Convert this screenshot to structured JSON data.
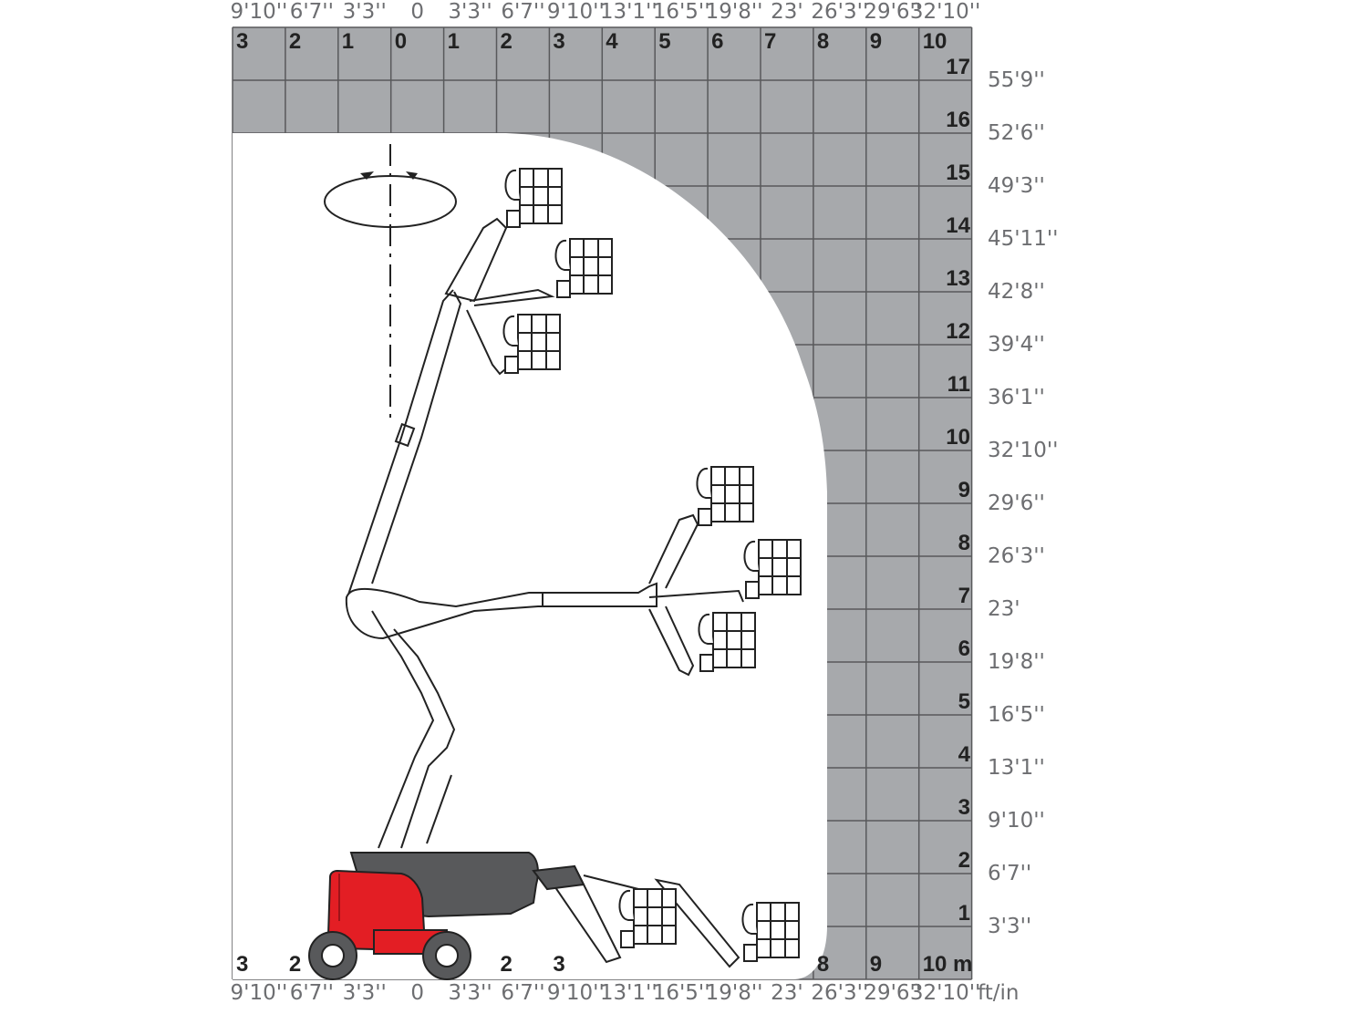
{
  "grid": {
    "top_feet_labels": [
      "9'10''",
      "6'7''",
      "3'3''",
      "0",
      "3'3''",
      "6'7''",
      "9'10''",
      "13'1''",
      "16'5''",
      "19'8''",
      "23'",
      "26'3''",
      "29'6''",
      "32'10''"
    ],
    "bottom_feet_labels": [
      "9'10''",
      "6'7''",
      "3'3''",
      "0",
      "3'3''",
      "6'7''",
      "9'10''",
      "13'1''",
      "16'5''",
      "19'8''",
      "23'",
      "26'3''",
      "29'6''",
      "32'10''"
    ],
    "top_meter_labels": [
      "3",
      "2",
      "1",
      "0",
      "1",
      "2",
      "3",
      "4",
      "5",
      "6",
      "7",
      "8",
      "9",
      "10"
    ],
    "bottom_meter_labels": [
      "3",
      "2",
      "2",
      "3",
      "8",
      "9",
      "10 m"
    ],
    "unit_label": "ft/in",
    "right_rows": [
      {
        "m": "17",
        "ft": "55'9''"
      },
      {
        "m": "16",
        "ft": "52'6''"
      },
      {
        "m": "15",
        "ft": "49'3''"
      },
      {
        "m": "14",
        "ft": "45'11''"
      },
      {
        "m": "13",
        "ft": "42'8''"
      },
      {
        "m": "12",
        "ft": "39'4''"
      },
      {
        "m": "11",
        "ft": "36'1''"
      },
      {
        "m": "10",
        "ft": "32'10''"
      },
      {
        "m": "9",
        "ft": "29'6''"
      },
      {
        "m": "8",
        "ft": "26'3''"
      },
      {
        "m": "7",
        "ft": "23'"
      },
      {
        "m": "6",
        "ft": "19'8''"
      },
      {
        "m": "5",
        "ft": "16'5''"
      },
      {
        "m": "4",
        "ft": "13'1''"
      },
      {
        "m": "3",
        "ft": "9'10''"
      },
      {
        "m": "2",
        "ft": "6'7''"
      },
      {
        "m": "1",
        "ft": "3'3''"
      }
    ]
  },
  "colors": {
    "grid_fill": "#a7a9ac",
    "grid_line": "#58595b",
    "envelope": "#ffffff",
    "machine_red": "#e31e24",
    "machine_dark": "#58595b",
    "label_dark": "#222222",
    "label_gray": "#6d6e71"
  }
}
